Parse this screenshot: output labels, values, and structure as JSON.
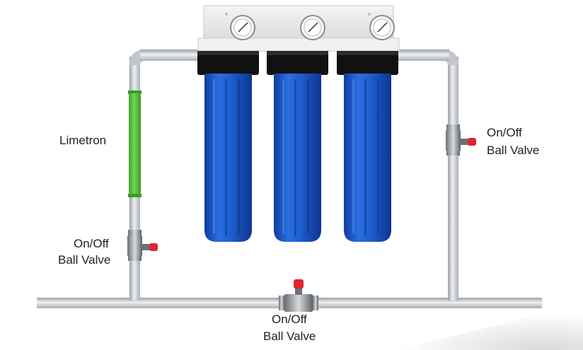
{
  "labels": {
    "limetron": "Limetron",
    "left_valve": {
      "line1": "On/Off",
      "line2": "Ball Valve"
    },
    "right_valve": {
      "line1": "On/Off",
      "line2": "Ball Valve"
    },
    "bottom_valve": {
      "line1": "On/Off",
      "line2": "Ball Valve"
    }
  },
  "colors": {
    "filter_housing": "#1f5fd0",
    "filter_cap": "#111111",
    "limetron": "#57c23a",
    "pipe": "#c9cdd1",
    "valve_handle": "#e0262e"
  },
  "components": {
    "filter_count": 3,
    "gauge_count": 3
  }
}
